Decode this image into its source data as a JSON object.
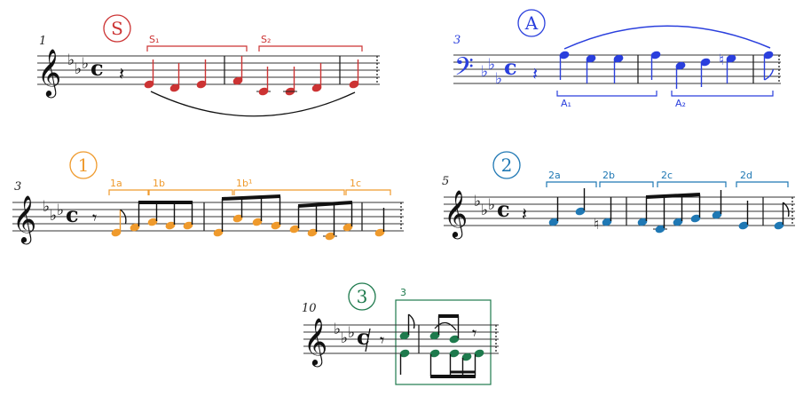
{
  "colors": {
    "S": "#cc3333",
    "A": "#2a3fdd",
    "one": "#ef9a2c",
    "two": "#1f78b4",
    "three": "#1e7a4d",
    "ink": "#111111"
  },
  "glyphs": {
    "treble_clef": "𝄞",
    "bass_clef": "𝄢",
    "flat": "♭",
    "natural": "♮",
    "time_common": "c",
    "quarter_rest": "𝄽",
    "eighth_rest": "𝄾"
  },
  "sections": {
    "S": {
      "badge": "S",
      "measure_number": "1",
      "segments": [
        "S₁",
        "S₂"
      ]
    },
    "A": {
      "badge": "A",
      "measure_number": "3",
      "segments": [
        "A₁",
        "A₂"
      ]
    },
    "one": {
      "badge": "1",
      "measure_number": "3",
      "segments": [
        "1a",
        "1b",
        "1b¹",
        "1c"
      ]
    },
    "two": {
      "badge": "2",
      "measure_number": "5",
      "segments": [
        "2a",
        "2b",
        "2c",
        "2d"
      ]
    },
    "three": {
      "badge": "3",
      "measure_number": "10",
      "box_label": "3"
    }
  }
}
